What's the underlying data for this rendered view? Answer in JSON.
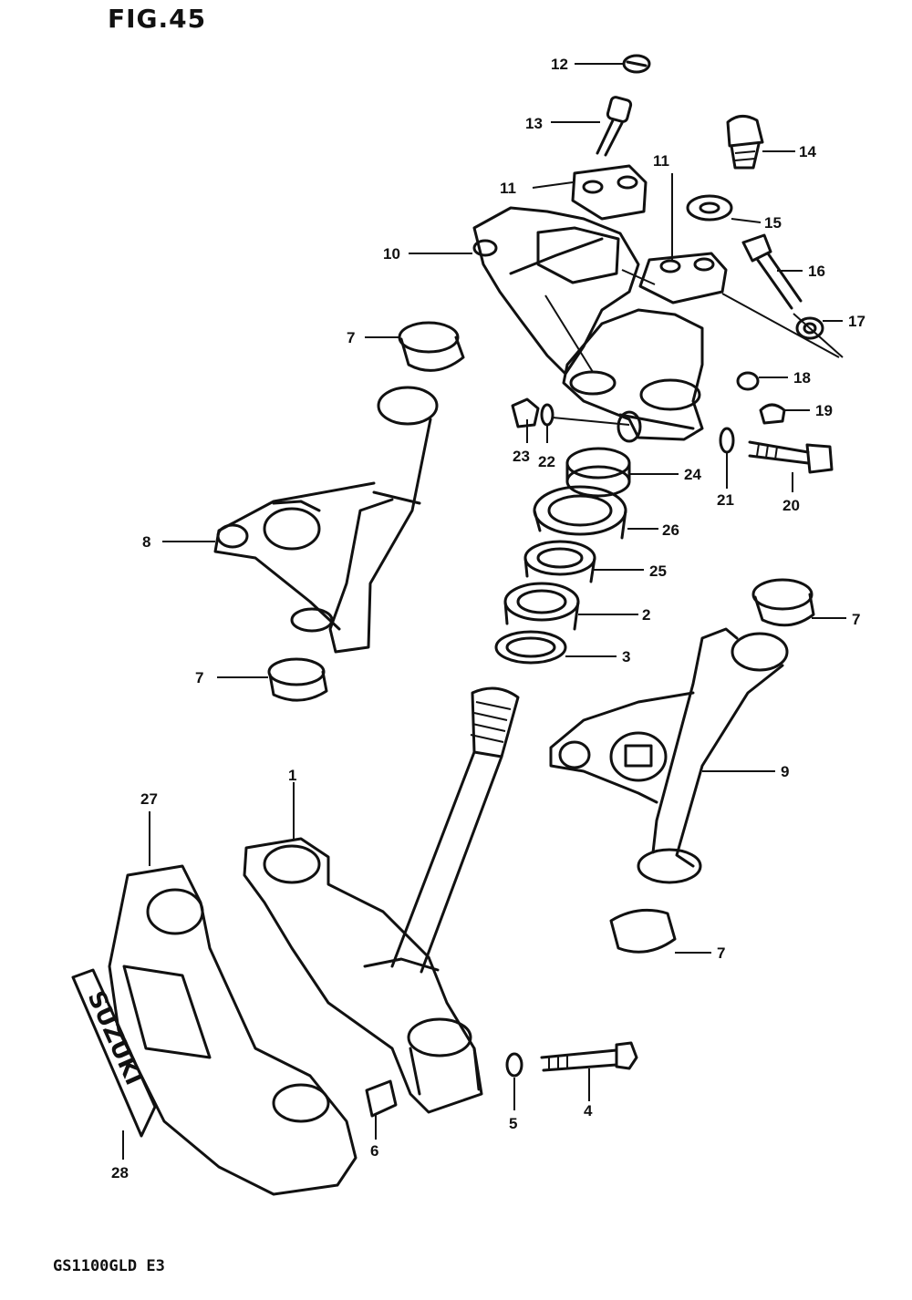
{
  "figure": {
    "title": "FIG.45",
    "model": "GS1100GLD  E3"
  },
  "parts": [
    {
      "number": "1"
    },
    {
      "number": "2"
    },
    {
      "number": "3"
    },
    {
      "number": "4"
    },
    {
      "number": "5"
    },
    {
      "number": "6"
    },
    {
      "number": "7"
    },
    {
      "number": "8"
    },
    {
      "number": "9"
    },
    {
      "number": "10"
    },
    {
      "number": "11"
    },
    {
      "number": "12"
    },
    {
      "number": "13"
    },
    {
      "number": "14"
    },
    {
      "number": "15"
    },
    {
      "number": "16"
    },
    {
      "number": "17"
    },
    {
      "number": "18"
    },
    {
      "number": "19"
    },
    {
      "number": "20"
    },
    {
      "number": "21"
    },
    {
      "number": "22"
    },
    {
      "number": "23"
    },
    {
      "number": "24"
    },
    {
      "number": "25"
    },
    {
      "number": "26"
    },
    {
      "number": "27"
    },
    {
      "number": "28"
    }
  ],
  "emblem_text": "SUZUKI"
}
